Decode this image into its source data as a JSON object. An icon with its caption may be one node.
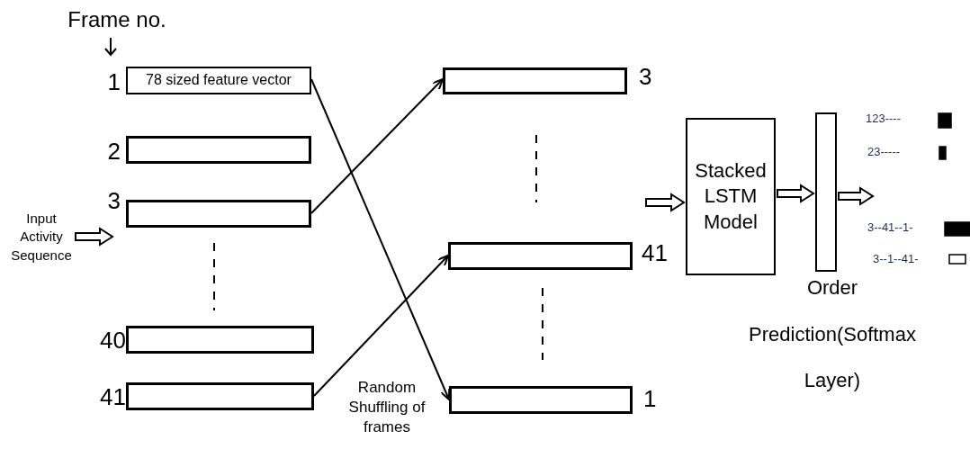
{
  "diagram": {
    "nodes": [
      {
        "text": [
          "78 sized feature vector"
        ],
        "beside": [
          "1"
        ]
      },
      {
        "text": [],
        "shape": "box",
        "beside": [
          "2"
        ]
      },
      {
        "text": [],
        "shape": "box",
        "beside": [
          "3"
        ]
      },
      {
        "text": [],
        "shape": "box",
        "beside": [
          "40"
        ]
      },
      {
        "text": [],
        "shape": "box",
        "beside": [
          "41"
        ]
      },
      {
        "text": [],
        "shape": "box",
        "beside": [
          "3"
        ]
      },
      {
        "text": [],
        "shape": "box",
        "beside": [
          "41"
        ]
      },
      {
        "text": [],
        "shape": "box",
        "beside": [
          "1"
        ]
      },
      {
        "text": [
          "Stacked LSTM Model"
        ]
      },
      {
        "text": [],
        "shape": "bar",
        "beside": [
          "Order Prediction(Softmax Layer)"
        ]
      },
      {
        "text": [
          "Input Activity Sequence"
        ]
      }
    ],
    "edges": [
      {
        "from": 0,
        "to": 7,
        "arrow": "to"
      },
      {
        "from": 2,
        "to": 5,
        "arrow": "to"
      },
      {
        "from": 4,
        "to": 6,
        "arrow": "to"
      },
      {
        "from": 10,
        "to": null,
        "arrow": "to",
        "style": "thick"
      },
      {
        "from": null,
        "to": 8,
        "arrow": "to",
        "style": "thick"
      },
      {
        "from": 8,
        "to": 9,
        "arrow": "to",
        "style": "thick"
      },
      {
        "from": 9,
        "to": null,
        "arrow": "to",
        "style": "thick"
      }
    ],
    "labels": [
      "Frame no.",
      "Random Shuffling of frames",
      "123----",
      "23-----",
      "3--41--1-",
      "3--1--41-"
    ]
  }
}
